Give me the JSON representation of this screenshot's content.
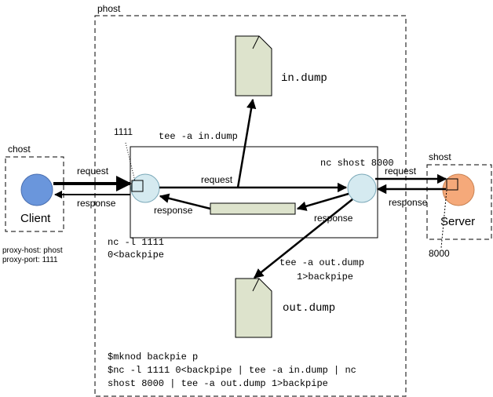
{
  "boxes": {
    "phost": "phost",
    "chost": "chost",
    "shost": "shost"
  },
  "client": {
    "label": "Client",
    "color": "#6a96dc"
  },
  "server": {
    "label": "Server",
    "color": "#f5a97a"
  },
  "files": {
    "in_dump": "in.dump",
    "out_dump": "out.dump",
    "file_color": "#dde3cc"
  },
  "nc_circle_color": "#d5eaf0",
  "labels": {
    "port_1111": "1111",
    "tee_in": "tee -a in.dump",
    "nc_shost": "nc shost 8000",
    "request_client": "request",
    "response_client": "response",
    "request_mid": "request",
    "response_mid_left": "response",
    "response_mid_right": "response",
    "request_server": "request",
    "response_server": "response",
    "nc_listen_1": "nc -l 1111",
    "nc_listen_2": "0<backpipe",
    "tee_out_1": "tee -a out.dump",
    "tee_out_2": "1>backpipe",
    "proxy_host": "proxy-host: phost",
    "proxy_port": "proxy-port: 1111",
    "port_8000": "8000"
  },
  "commands": [
    "$mknod backpie p",
    "$nc -l 1111 0<backpipe | tee -a in.dump | nc",
    "shost 8000 | tee -a out.dump 1>backpipe"
  ]
}
